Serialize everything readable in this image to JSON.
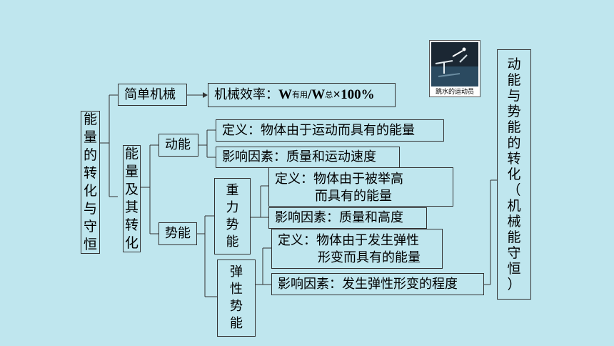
{
  "root": {
    "chars": [
      "能",
      "量",
      "的",
      "转",
      "化",
      "与",
      "守",
      "恒"
    ]
  },
  "energy_and_conversion": {
    "chars": [
      "能",
      "量",
      "及",
      "其",
      "转",
      "化"
    ]
  },
  "simple_machine": {
    "label": "简单机械",
    "efficiency_label": "机械效率：",
    "w_useful": "W",
    "useful_sub": "有用",
    "slash": "/",
    "w_total": "W",
    "total_sub": "总",
    "times_pct": "×100%"
  },
  "kinetic": {
    "label": "动能",
    "definition": "定义：物体由于运动而具有的能量",
    "factors": "影响因素：质量和运动速度"
  },
  "potential": {
    "label": "势能"
  },
  "gravitational": {
    "chars": [
      "重",
      "力",
      "势",
      "能"
    ],
    "def_line1": "定义：物体由于被举高",
    "def_line2": "而具有的能量",
    "factors": "影响因素：质量和高度"
  },
  "elastic": {
    "chars": [
      "弹",
      "性",
      "势",
      "能"
    ],
    "def_line1": "定义：物体由于发生弹性",
    "def_line2": "形变而具有的能量",
    "factors": "影响因素：发生弹性形变的程度"
  },
  "image": {
    "caption": "跳水的运动员"
  },
  "conversion": {
    "chars": [
      "动",
      "能",
      "与",
      "势",
      "能",
      "的",
      "转",
      "化",
      "（",
      "机",
      "械",
      "能",
      "守",
      "恒",
      "）"
    ]
  }
}
